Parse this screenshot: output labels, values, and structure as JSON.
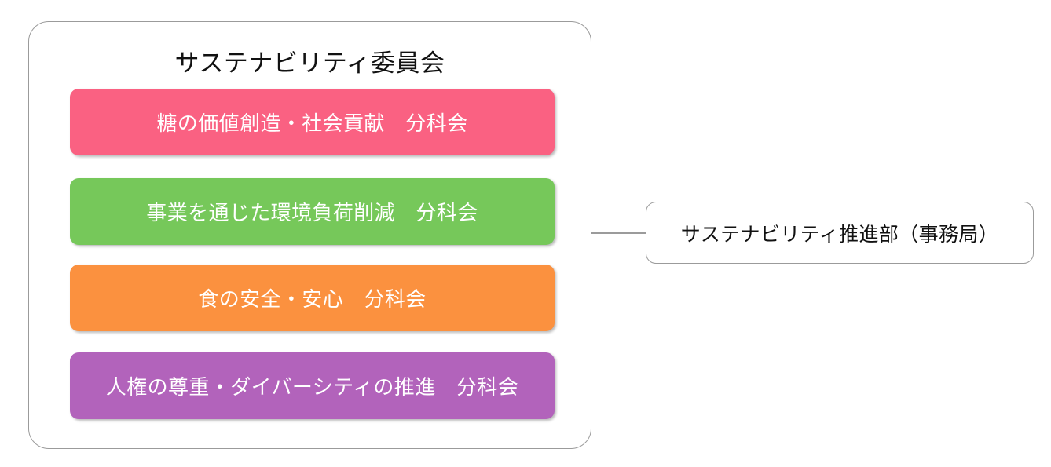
{
  "diagram": {
    "committee": {
      "title": "サステナビリティ委員会",
      "border_color": "#9b9b9b",
      "subcommittees": [
        {
          "label": "糖の価値創造・社会貢献　分科会",
          "color": "#fa6182",
          "text_color": "#ffffff"
        },
        {
          "label": "事業を通じた環境負荷削減　分科会",
          "color": "#76c85a",
          "text_color": "#ffffff"
        },
        {
          "label": "食の安全・安心　分科会",
          "color": "#fb913f",
          "text_color": "#ffffff"
        },
        {
          "label": "人権の尊重・ダイバーシティの推進　分科会",
          "color": "#b263bb",
          "text_color": "#ffffff"
        }
      ]
    },
    "secretariat": {
      "label": "サステナビリティ推進部（事務局）",
      "border_color": "#9b9b9b",
      "text_color": "#111111"
    },
    "connector": {
      "color": "#9b9b9b"
    }
  }
}
